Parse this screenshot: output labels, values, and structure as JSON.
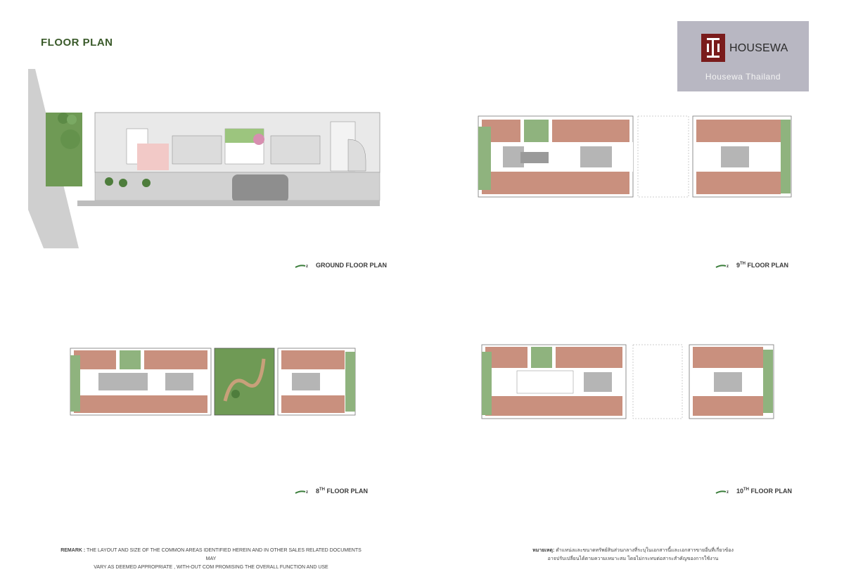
{
  "page": {
    "title": "FLOOR PLAN"
  },
  "logo": {
    "brand": "HOUSEWA",
    "tagline": "Housewa Thailand",
    "mark_color": "#7a1c1c",
    "box_color": "#b8b7c2"
  },
  "plans": {
    "ground": {
      "caption": "GROUND FLOOR PLAN"
    },
    "ninth": {
      "caption_num": "9",
      "caption_sup": "TH",
      "caption_rest": " FLOOR PLAN"
    },
    "eighth": {
      "caption_num": "8",
      "caption_sup": "TH",
      "caption_rest": " FLOOR PLAN"
    },
    "tenth": {
      "caption_num": "10",
      "caption_sup": "TH",
      "caption_rest": " FLOOR PLAN"
    }
  },
  "remarks": {
    "english_label": "REMARK :",
    "english_line1": " THE LAYOUT AND SIZE OF THE COMMON AREAS IDENTIFIED HEREIN AND IN OTHER SALES RELATED DOCUMENTS MAY",
    "english_line2": "VARY AS DEEMED APPROPRIATE , WITH-OUT COM PROMISING THE OVERALL FUNCTION AND USE",
    "thai_label": "หมายเหตุ:",
    "thai_line1": " ตำแหน่งและขนาดทรัพย์สินส่วนกลางที่ระบุในเอกสารนี้และเอกสารขายอื่นที่เกี่ยวข้อง",
    "thai_line2": "อาจปรับเปลี่ยนได้ตามความเหมาะสม โดยไม่กระทบต่อสาระสำคัญของการใช้งาน"
  },
  "colors": {
    "title": "#3a5a2a",
    "unit_fill": "#c9907e",
    "corridor": "#9a9a9a",
    "green": "#8fb37e",
    "grey_block": "#d3d3d3"
  }
}
